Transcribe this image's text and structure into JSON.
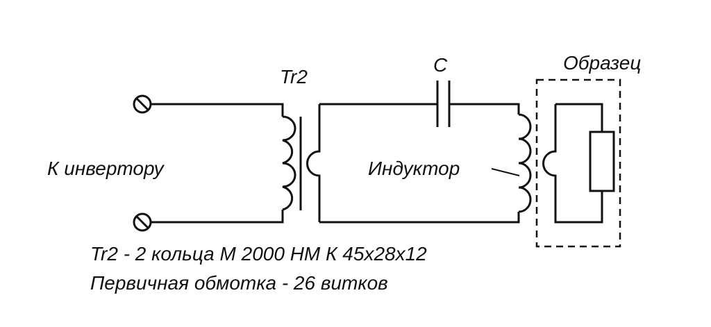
{
  "labels": {
    "transformer": "Tr2",
    "capacitor": "C",
    "sample": "Образец",
    "inverter": "К инвертору",
    "inductor": "Индуктор"
  },
  "notes": [
    "Tr2 - 2 кольца М 2000 НМ К 45x28x12",
    "Первичная обмотка - 26 витков"
  ]
}
